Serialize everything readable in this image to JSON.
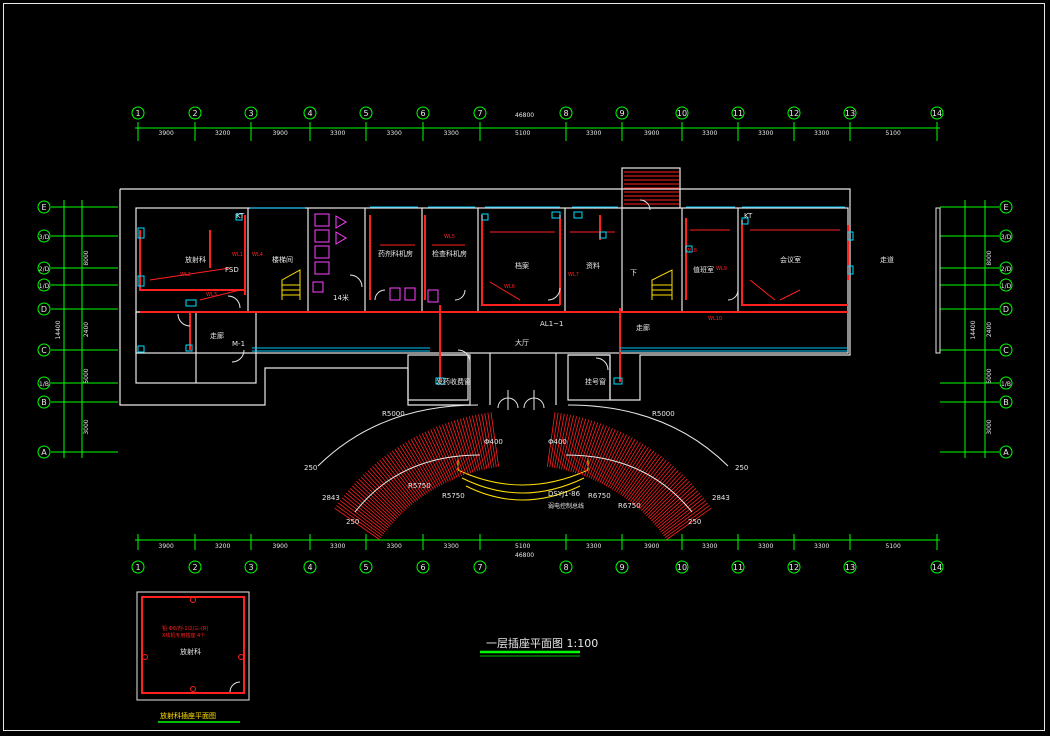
{
  "drawing": {
    "title": "一层插座平面图 1:100",
    "overall_dim": "46800",
    "col_labels": [
      "1",
      "2",
      "3",
      "4",
      "5",
      "6",
      "7",
      "8",
      "9",
      "10",
      "11",
      "12",
      "13",
      "14"
    ],
    "col_spacings": [
      "3900",
      "3200",
      "3900",
      "3300",
      "3300",
      "3300",
      "5100",
      "3300",
      "3900",
      "3300",
      "3300",
      "3300",
      "5100"
    ],
    "row_labels": [
      "E",
      "3/D",
      "2/D",
      "1/D",
      "D",
      "C",
      "1/B",
      "B",
      "A"
    ],
    "row_dims_left": [
      "8000",
      "2400",
      "5000",
      "3000"
    ],
    "row_dim_total": "14400",
    "rooms": {
      "r1": "放射科",
      "stair_l": "楼梯间",
      "r3": "药剂科机房",
      "r4": "检查科机房",
      "r5": "档案",
      "r6": "资料",
      "r7": "值班室",
      "r8": "会议室",
      "r9": "走道",
      "hall": "大厅",
      "corr": "走廊",
      "r10": "发药收费窗",
      "r11": "挂号窗",
      "toilet": "14米"
    },
    "circuits": [
      "WL1",
      "WL2",
      "WL3",
      "WL4",
      "WL5",
      "WL6",
      "WL7",
      "WL8",
      "WL9",
      "WL10"
    ],
    "tags": {
      "fsd": "FSD",
      "m1": "M-1",
      "al": "AL1~1",
      "kt1": "KT",
      "kt2": "KT",
      "d400a": "Φ400",
      "d400b": "Φ400",
      "r1": "R5000",
      "r2": "R5000",
      "ramp_note": "DSYJ1-86",
      "ramp_note2": "弱电控制总线",
      "dim_a": "2843",
      "dim_b": "2843",
      "dim_c": "250",
      "dim_d": "250",
      "dim_e": "250",
      "dim_f": "250",
      "r_a": "R5750",
      "r_b": "R5750",
      "r_c": "R6750",
      "r_d": "R6750",
      "stair_down": "下"
    },
    "inset": {
      "room": "放射科",
      "note1": "铅-Φ8/剂-1/2/三-(R)",
      "note2": "X线机专用插座 4个",
      "caption": "放射科插座平面图"
    }
  }
}
